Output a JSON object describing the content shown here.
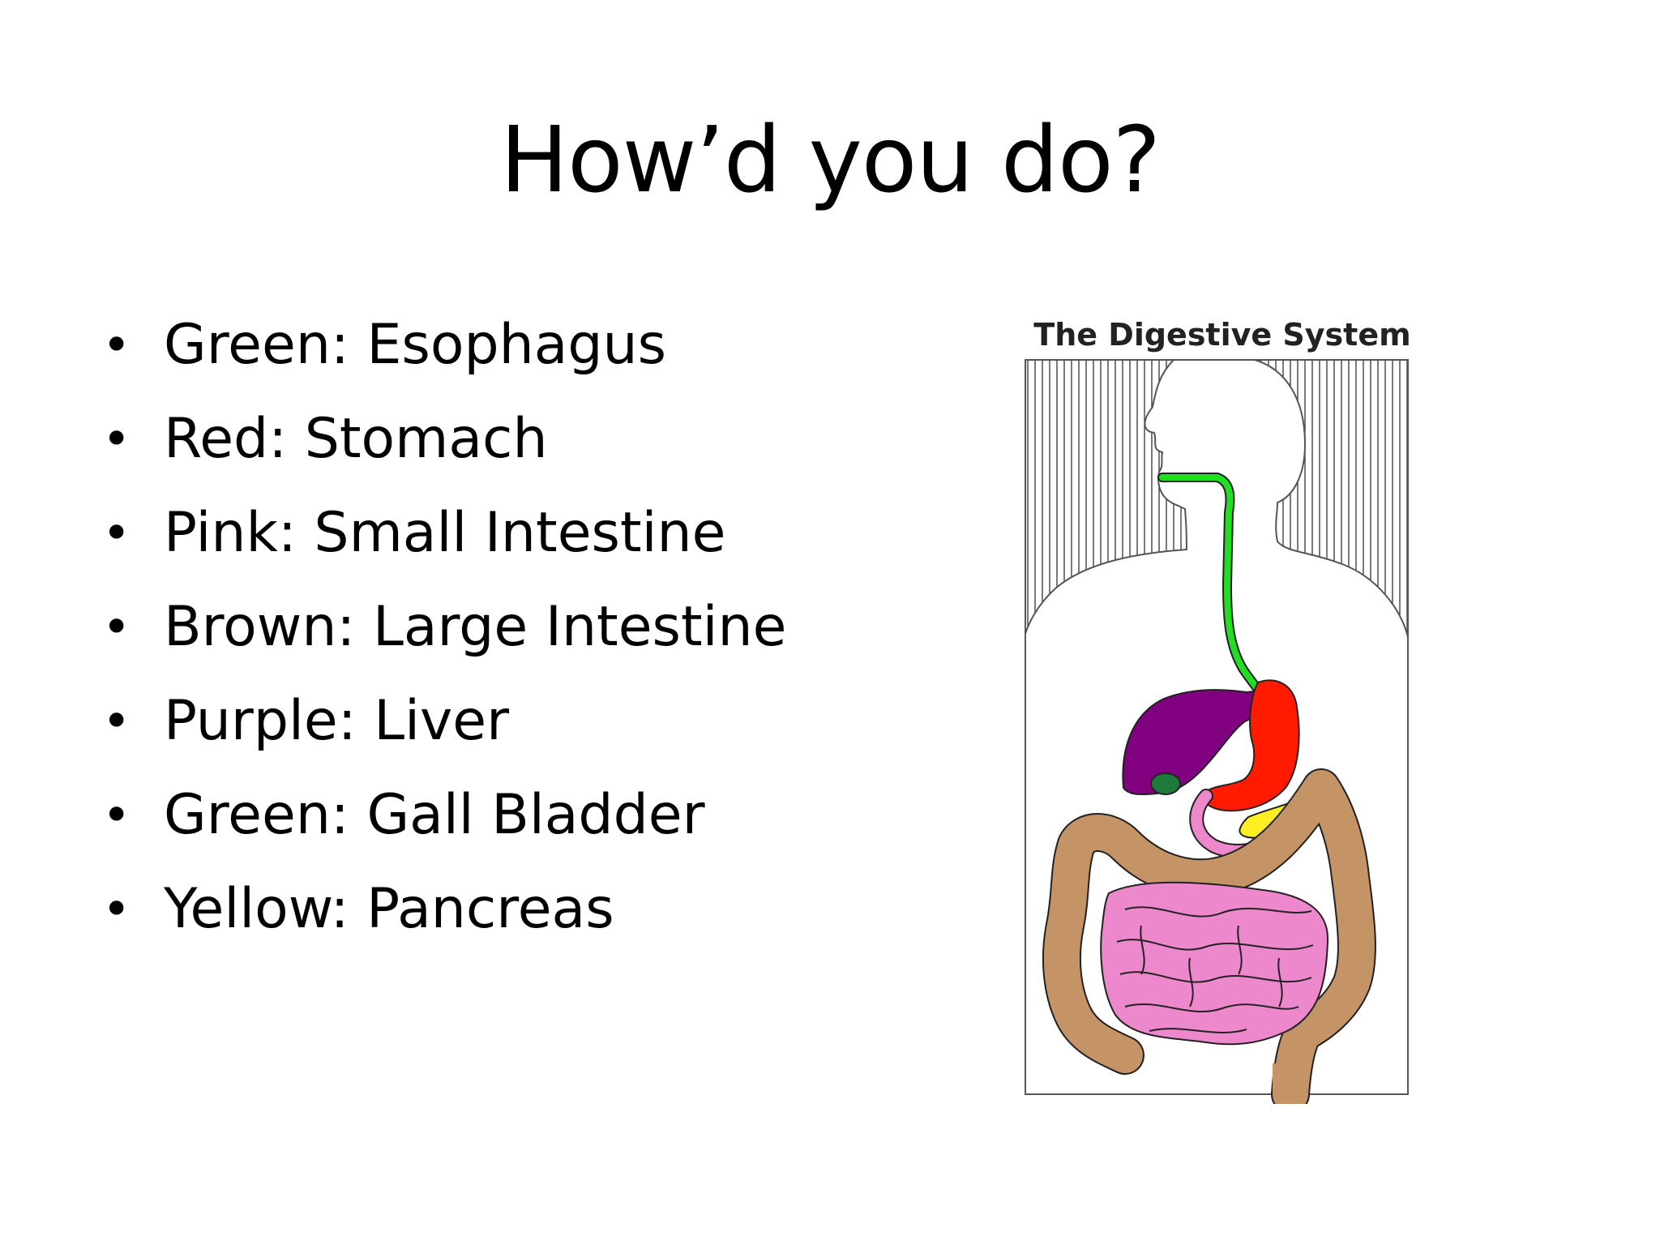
{
  "slide": {
    "title": "How’d you do?",
    "bullets": [
      "Green: Esophagus",
      "Red: Stomach",
      "Pink: Small Intestine",
      "Brown: Large Intestine",
      "Purple: Liver",
      "Green: Gall Bladder",
      "Yellow: Pancreas"
    ],
    "bullet_glyph": "•"
  },
  "figure": {
    "caption": "The Digestive System",
    "colors": {
      "esophagus": "#22dd22",
      "stomach": "#ff1a00",
      "small_intestine": "#ee88cc",
      "large_intestine": "#c49466",
      "liver": "#800080",
      "gall_bladder": "#1e7a3c",
      "pancreas": "#ffee22"
    }
  }
}
